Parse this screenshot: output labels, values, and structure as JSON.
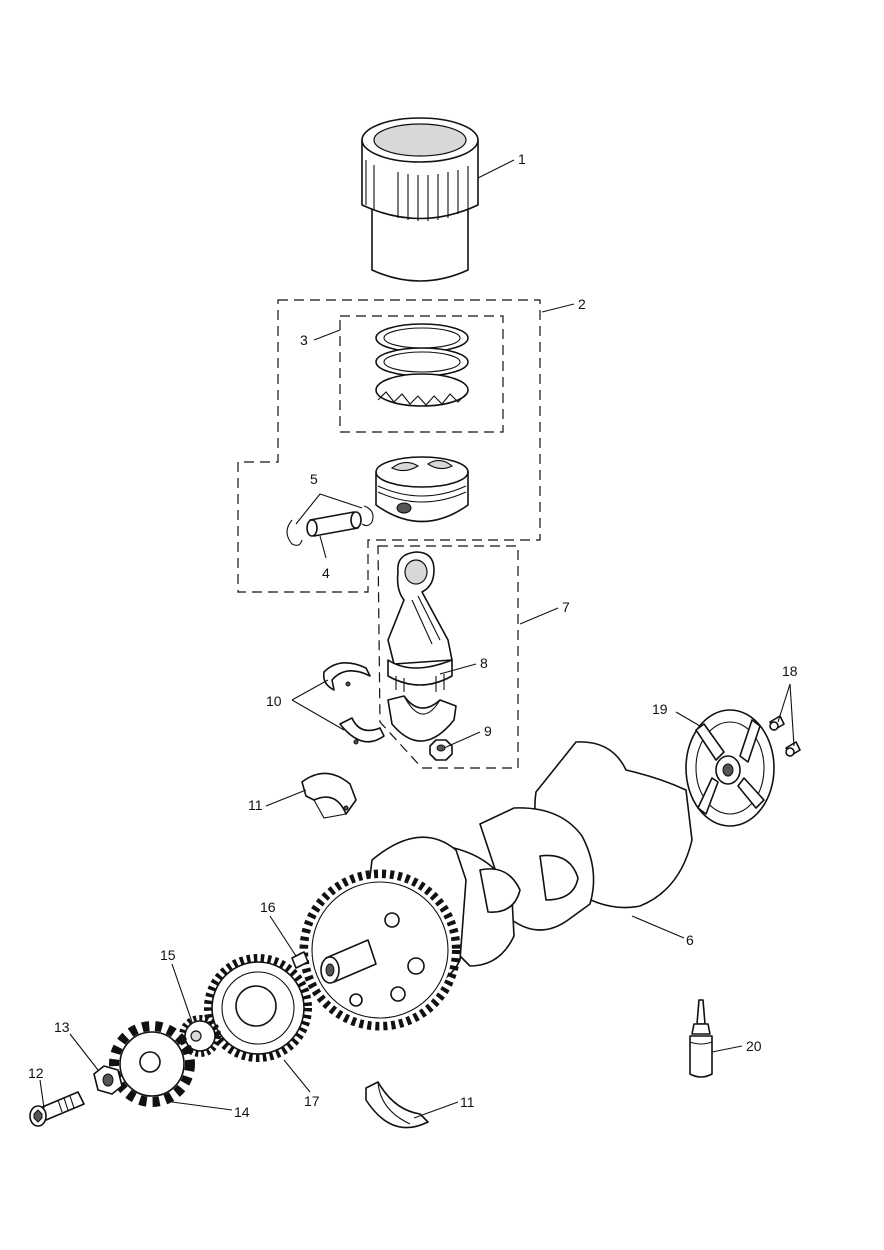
{
  "colors": {
    "line": "#111111",
    "shade": "#d8d8d8",
    "background": "#ffffff"
  },
  "callouts": {
    "c1": "1",
    "c2": "2",
    "c3": "3",
    "c4": "4",
    "c5": "5",
    "c6": "6",
    "c7": "7",
    "c8": "8",
    "c9": "9",
    "c10": "10",
    "c11a": "11",
    "c11b": "11",
    "c12": "12",
    "c13": "13",
    "c14": "14",
    "c15": "15",
    "c16": "16",
    "c17": "17",
    "c18": "18",
    "c19": "19",
    "c20": "20"
  }
}
